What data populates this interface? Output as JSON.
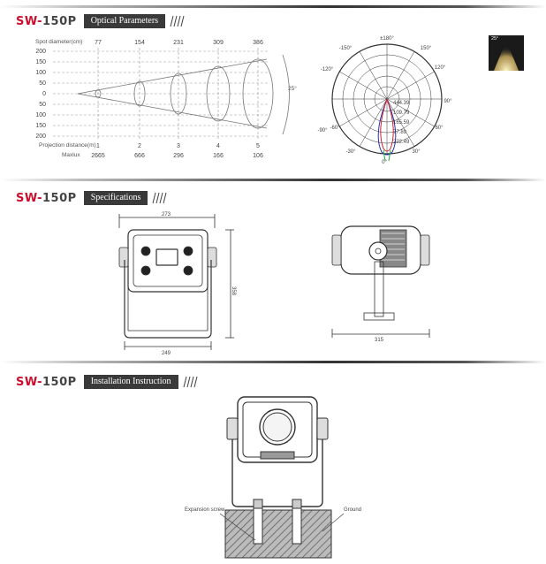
{
  "sections": [
    {
      "model_prefix": "SW-",
      "model_num": "150P",
      "tab": "Optical Parameters"
    },
    {
      "model_prefix": "SW-",
      "model_num": "150P",
      "tab": "Specifications"
    },
    {
      "model_prefix": "SW-",
      "model_num": "150P",
      "tab": "Installation Instruction"
    }
  ],
  "optical": {
    "spot_label": "Spot diameter(cm)",
    "spot_values": [
      "77",
      "154",
      "231",
      "309",
      "386"
    ],
    "y_ticks": [
      "200",
      "150",
      "100",
      "50",
      "0",
      "50",
      "100",
      "150",
      "200"
    ],
    "proj_label": "Projection distance(m)",
    "proj_values": [
      "1",
      "2",
      "3",
      "4",
      "5"
    ],
    "lux_label": "Maxlux",
    "lux_values": [
      "2665",
      "666",
      "296",
      "166",
      "106"
    ],
    "beam_angle": "25°"
  },
  "polar": {
    "angle_labels": [
      "±180°",
      "150°",
      "-150°",
      "120°",
      "-120°",
      "90°",
      "-90°",
      "60°",
      "-60°",
      "30°",
      "-30°",
      "0°"
    ],
    "ring_values": [
      "444.39",
      "109.79",
      "165.59",
      "77.89",
      "222.49"
    ],
    "beam_swatch": "25°"
  },
  "specs": {
    "front_width": "273",
    "front_height": "358",
    "front_base": "249",
    "side_width": "315"
  },
  "install": {
    "left_note": "Expansion screw",
    "right_note": "Ground"
  }
}
